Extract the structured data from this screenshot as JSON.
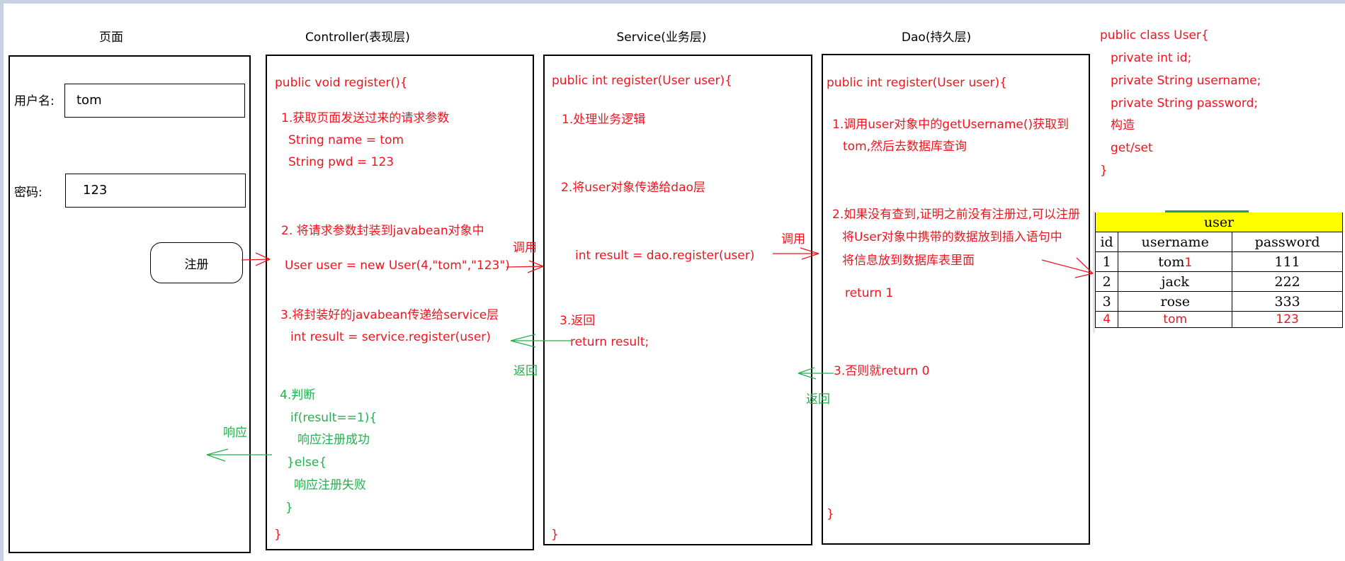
{
  "columns": {
    "page": {
      "title": "页面",
      "username_label": "用户名:",
      "username_value": "tom",
      "password_label": "密码:",
      "password_value": "123",
      "register_button": "注册"
    },
    "controller": {
      "title": "Controller(表现层)",
      "lines": [
        "public void register(){",
        "1.获取页面发送过来的请求参数",
        "String name = tom",
        "String pwd = 123",
        "2.  将请求参数封装到javabean对象中",
        "User user = new User(4,\"tom\",\"123\")",
        "3.将封装好的javabean传递给service层",
        "int result = service.register(user)",
        "4.判断",
        "if(result==1){",
        "响应注册成功",
        "}else{",
        "响应注册失败",
        "}",
        "}"
      ]
    },
    "service": {
      "title": "Service(业务层)",
      "lines": [
        "public int register(User user){",
        "1.处理业务逻辑",
        "2.将user对象传递给dao层",
        "int result = dao.register(user)",
        "3.返回",
        "return result;",
        "}"
      ]
    },
    "dao": {
      "title": "Dao(持久层)",
      "lines": [
        "public int register(User user){",
        "1.调用user对象中的getUsername()获取到",
        "tom,然后去数据库查询",
        "2.如果没有查到,证明之前没有注册过,可以注册",
        "将User对象中携带的数据放到插入语句中",
        "将信息放到数据库表里面",
        "return 1",
        "3.否则就return 0",
        "}"
      ]
    }
  },
  "user_class": {
    "lines": [
      "public class User{",
      "private int id;",
      "private String username;",
      "private String password;",
      "构造",
      "get/set",
      "}"
    ]
  },
  "arrows": {
    "call_label": "调用",
    "return_label": "返回",
    "response_label": "响应"
  },
  "db_table": {
    "name": "user",
    "headers": [
      "id",
      "username",
      "password"
    ],
    "rows": [
      [
        "1",
        "tom",
        "111"
      ],
      [
        "2",
        "jack",
        "222"
      ],
      [
        "3",
        "rose",
        "333"
      ]
    ],
    "row1_annotation": "1",
    "new_row": [
      "4",
      "tom",
      "123"
    ]
  },
  "colors": {
    "annotation_red": "#f0141e",
    "annotation_green": "#22b14c",
    "table_header": "#ffff00",
    "frame": "#c8d1e1"
  }
}
